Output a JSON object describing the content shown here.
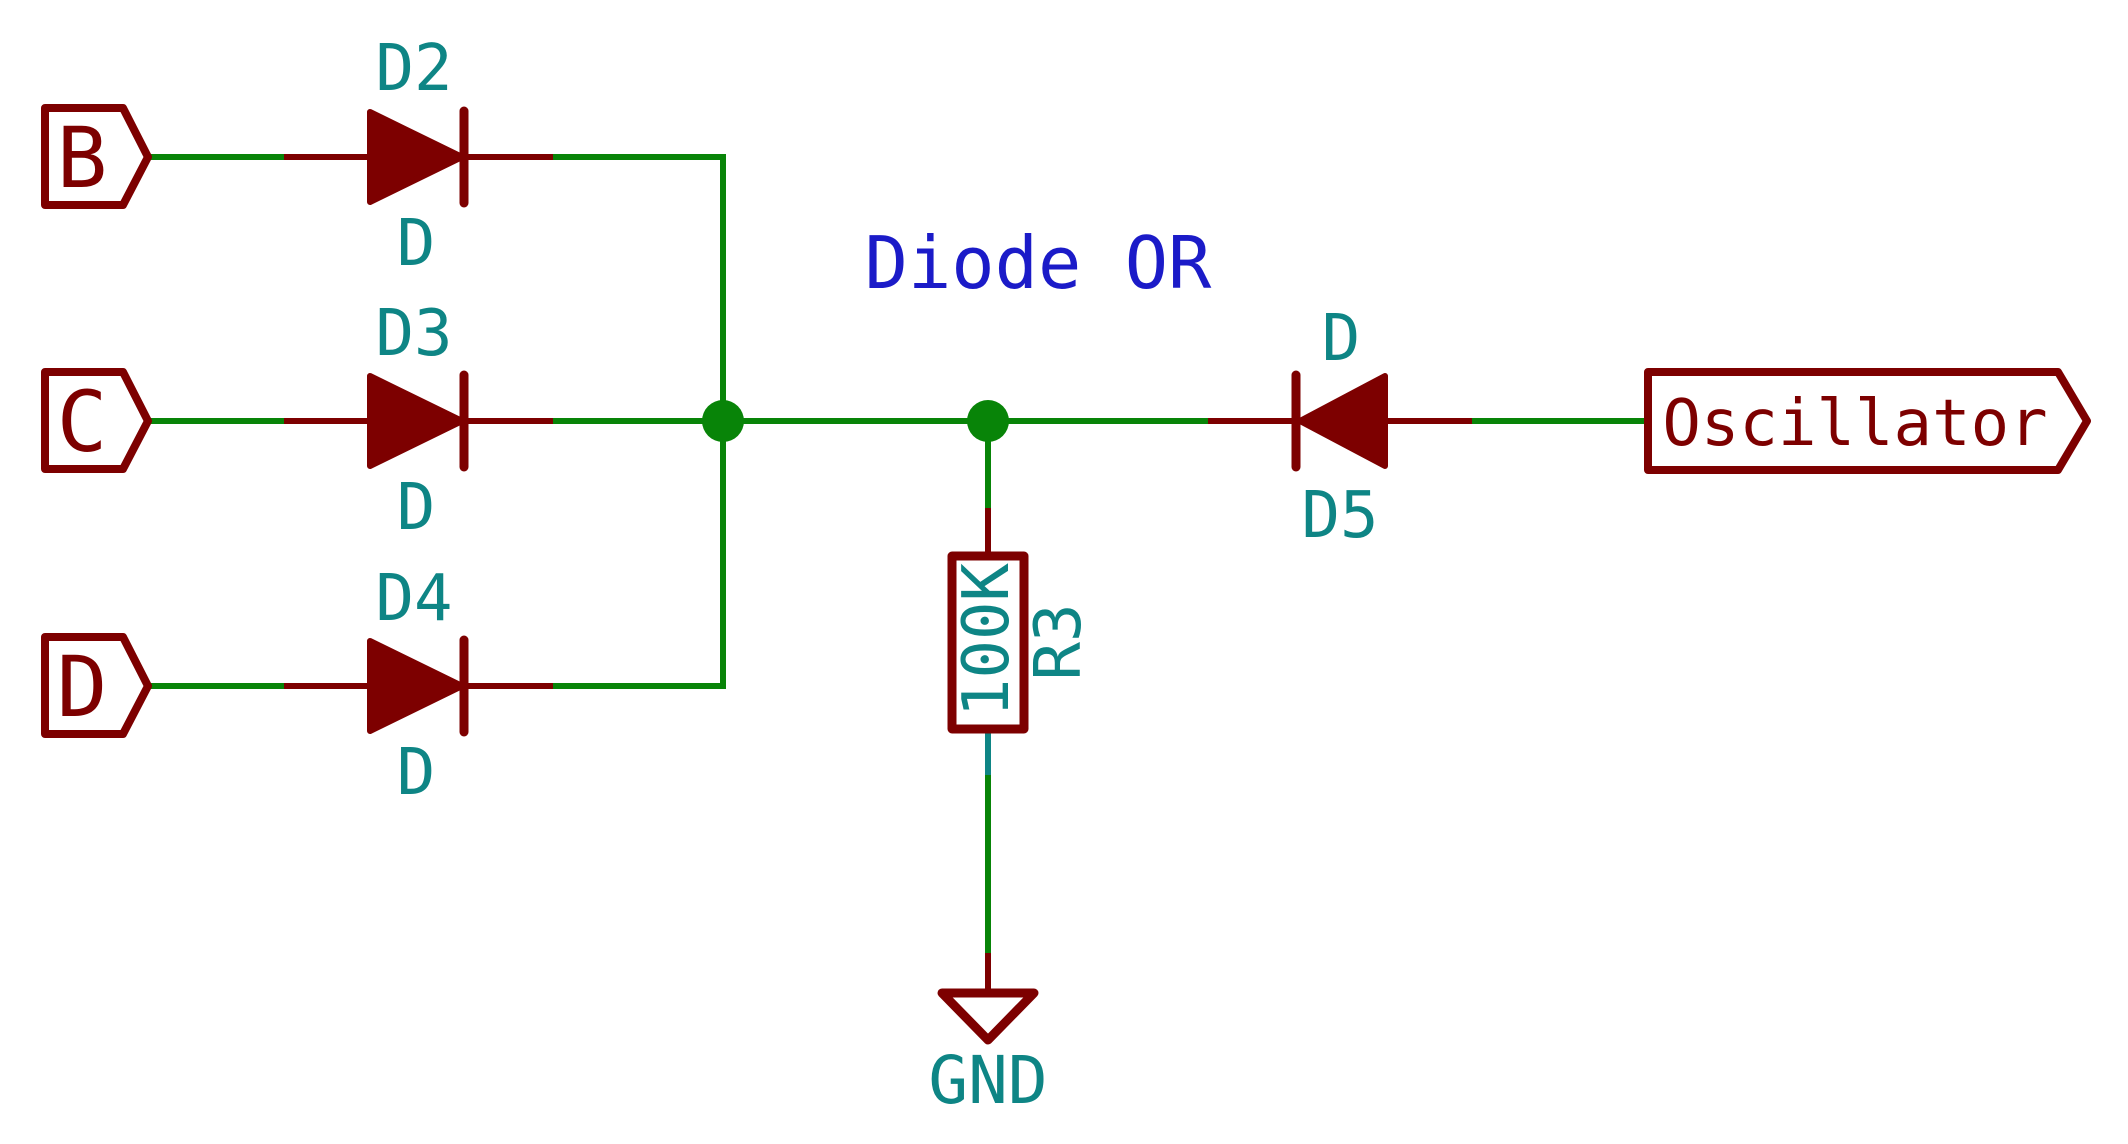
{
  "schematic": {
    "note": "Diode OR",
    "inputs": {
      "b": "B",
      "c": "C",
      "d": "D"
    },
    "output_label": "Oscillator",
    "power": {
      "gnd": "GND"
    },
    "diodes": {
      "d2": {
        "ref": "D2",
        "value": "D"
      },
      "d3": {
        "ref": "D3",
        "value": "D"
      },
      "d4": {
        "ref": "D4",
        "value": "D"
      },
      "d5": {
        "ref": "D5",
        "value": "D"
      }
    },
    "resistor": {
      "ref": "R3",
      "value": "100K"
    },
    "colors": {
      "wire": "#088408",
      "component": "#7d0000",
      "fields": "#0e8585",
      "note": "#1b1bc8",
      "background": "#ffffff"
    }
  }
}
